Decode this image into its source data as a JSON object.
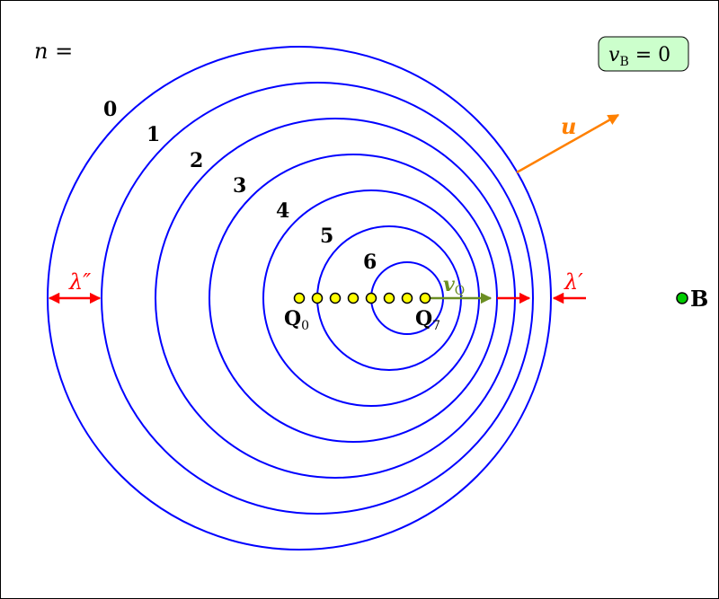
{
  "header": {
    "n_label": "n ="
  },
  "observer_badge": {
    "var": "v",
    "sub": "B",
    "rest": " = 0",
    "fill": "#ccffcc"
  },
  "wavefronts": {
    "labels": [
      "0",
      "1",
      "2",
      "3",
      "4",
      "5",
      "6"
    ],
    "color": "#0000ff"
  },
  "source": {
    "positions_count": 8,
    "first_label": {
      "main": "Q",
      "sub": "0"
    },
    "last_label": {
      "main": "Q",
      "sub": "7"
    },
    "dot_fill": "#ffff00"
  },
  "velocity_source": {
    "main": "v",
    "sub": "Q",
    "color": "#6b8e23"
  },
  "velocity_wave": {
    "main": "u",
    "color": "#ff8000"
  },
  "wavelength_front": {
    "text": "λ′",
    "color": "#ff0000"
  },
  "wavelength_back": {
    "text": "λ″",
    "color": "#ff0000"
  },
  "observer": {
    "label": "B",
    "dot_fill": "#00cc00"
  }
}
